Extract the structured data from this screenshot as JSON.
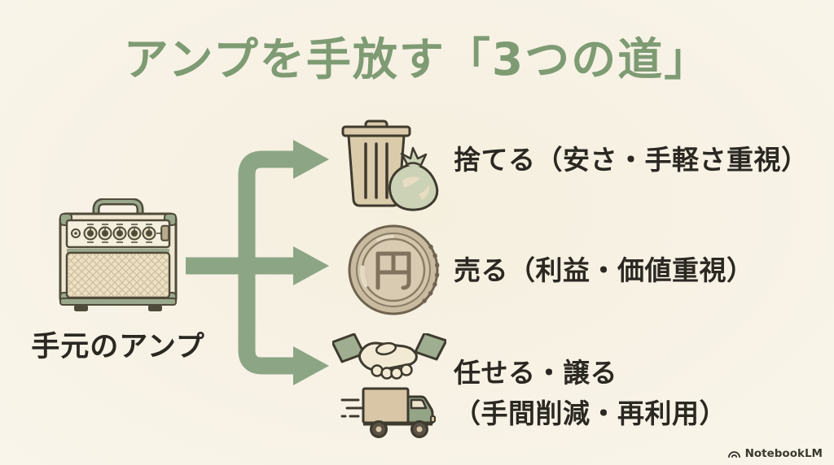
{
  "title": "アンプを手放す「3つの道」",
  "source": {
    "label": "手元のアンプ",
    "icon": "guitar-amp-illustration"
  },
  "branches": [
    {
      "id": "discard",
      "label": "捨てる（安さ・手軽さ重視）",
      "icon": "trash-can-and-garbage-bag-icon"
    },
    {
      "id": "sell",
      "label": "売る（利益・価値重視）",
      "icon": "yen-coin-icon"
    },
    {
      "id": "entrust",
      "label": "任せる・譲る",
      "label2": "（手間削減・再利用）",
      "icons": [
        "handshake-icon",
        "delivery-truck-icon"
      ]
    }
  ],
  "watermark": {
    "label": "NotebookLM",
    "icon": "notebooklm-logo-icon"
  },
  "colors": {
    "background": "#f7f2e4",
    "title_green": "#7e9b74",
    "arrow_green": "#8ca585",
    "text_dark": "#2b2822",
    "icon_sage": "#9aa88c",
    "icon_tan": "#d8c9a9",
    "outline_dark": "#3e3a2e"
  }
}
